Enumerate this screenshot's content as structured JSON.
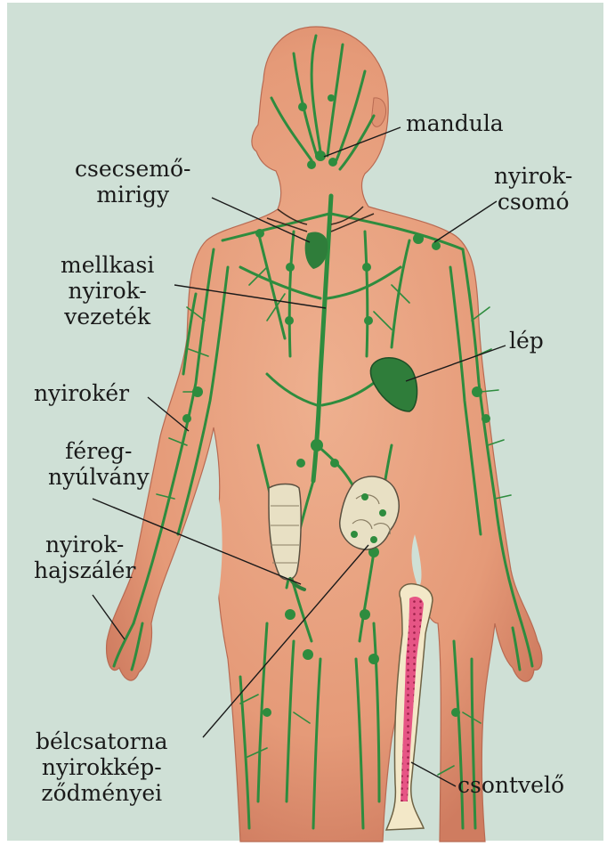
{
  "labels": {
    "mandula": "mandula",
    "csecsemomirigy": [
      "csecsemő-",
      "mirigy"
    ],
    "nyirokcsomo": [
      "nyirok-",
      "csomó"
    ],
    "mellkasi": [
      "mellkasi",
      "nyirok-",
      "vezeték"
    ],
    "lep": "lép",
    "nyiroker": "nyirokér",
    "fereg": [
      "féreg-",
      "nyúlvány"
    ],
    "hajszaler": [
      "nyirok-",
      "hajszálér"
    ],
    "belcsatorna": [
      "bélcsatorna",
      "nyirokkép-",
      "ződményei"
    ],
    "csontvelo": "csontvelő"
  },
  "colors": {
    "background": "#cfe0d6",
    "skin": "#e9a181",
    "skin_shade": "#d9826a",
    "lymph": "#2e8c3e",
    "organ": "#2f7d3a",
    "bone": "#f3e8c8",
    "marrow": "#d63a6a",
    "leader": "#1a1a1a"
  }
}
